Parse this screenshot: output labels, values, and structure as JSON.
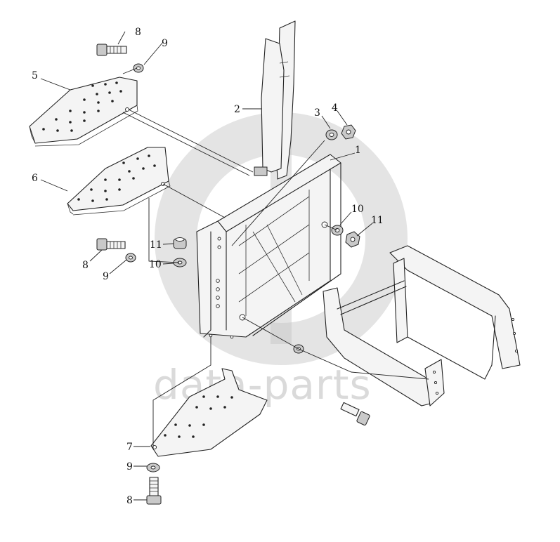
{
  "watermark": {
    "text": "data-parts",
    "color": "#bdbdbd"
  },
  "callouts": {
    "c1": "1",
    "c2": "2",
    "c3": "3",
    "c4": "4",
    "c5": "5",
    "c6": "6",
    "c7": "7",
    "c8a": "8",
    "c8b": "8",
    "c8c": "8",
    "c9a": "9",
    "c9b": "9",
    "c9c": "9",
    "c10a": "10",
    "c10b": "10",
    "c11a": "11",
    "c11b": "11"
  }
}
